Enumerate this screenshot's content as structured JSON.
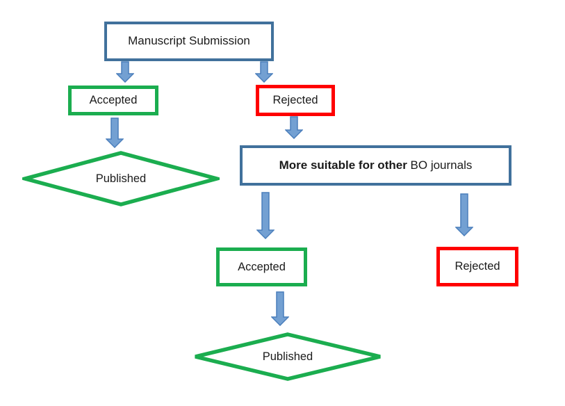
{
  "page": {
    "background": "#FFFFFF",
    "description": "Flowchart of manuscript submission outcomes"
  },
  "colors": {
    "box_border_blue": "#41719C",
    "box_border_green": "#1BAD4F",
    "box_border_red": "#FF0000",
    "arrow_fill": "#73A0D2",
    "arrow_stroke": "#4A7EBB",
    "text": "#1A1A1A",
    "background": "#FFFFFF"
  },
  "nodes": {
    "manuscript_submission": {
      "label": "Manuscript Submission",
      "shape": "rectangle",
      "border_color": "#41719C"
    },
    "accepted_1": {
      "label": "Accepted",
      "shape": "rectangle",
      "border_color": "#1BAD4F"
    },
    "rejected_1": {
      "label": "Rejected",
      "shape": "rectangle",
      "border_color": "#FF0000"
    },
    "published_1": {
      "label": "Published",
      "shape": "diamond",
      "border_color": "#1BAD4F"
    },
    "more_suitable": {
      "label": "More suitable for other BO journals",
      "label_primary": "More suitable for other",
      "label_secondary": " BO journals",
      "shape": "rectangle",
      "border_color": "#41719C"
    },
    "accepted_2": {
      "label": "Accepted",
      "shape": "rectangle",
      "border_color": "#1BAD4F"
    },
    "rejected_2": {
      "label": "Rejected",
      "shape": "rectangle",
      "border_color": "#FF0000"
    },
    "published_2": {
      "label": "Published",
      "shape": "diamond",
      "border_color": "#1BAD4F"
    }
  },
  "edges": [
    {
      "from": "Manuscript Submission",
      "to": "Accepted"
    },
    {
      "from": "Manuscript Submission",
      "to": "Rejected"
    },
    {
      "from": "Accepted",
      "to": "Published"
    },
    {
      "from": "Rejected",
      "to": "More suitable for other BO journals"
    },
    {
      "from": "More suitable for other BO journals",
      "to": "Accepted (second review)"
    },
    {
      "from": "More suitable for other BO journals",
      "to": "Rejected (second review)"
    },
    {
      "from": "Accepted (second review)",
      "to": "Published"
    }
  ]
}
